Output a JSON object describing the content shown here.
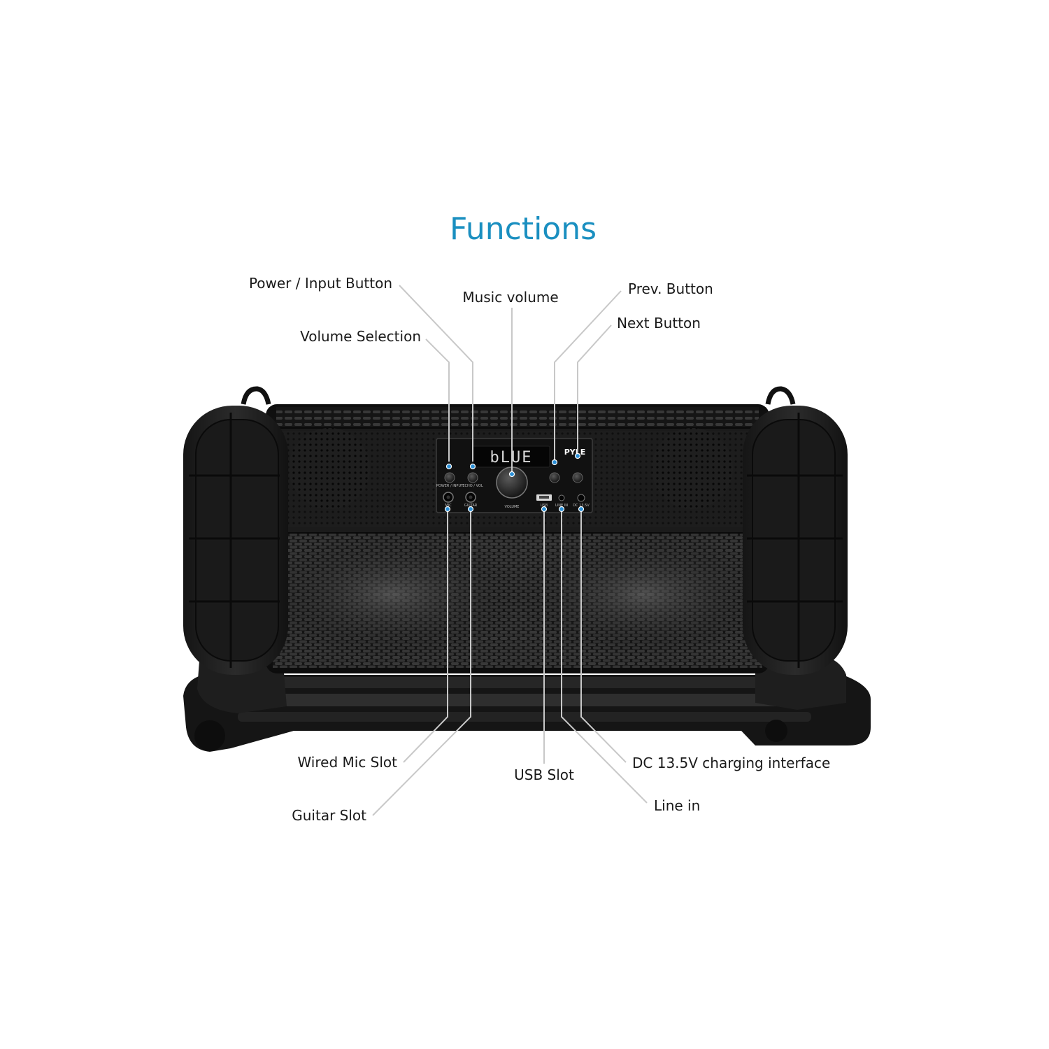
{
  "title": "Functions",
  "labels": {
    "power_input": "Power / Input Button",
    "volume_selection": "Volume Selection",
    "music_volume": "Music volume",
    "prev": "Prev. Button",
    "next": "Next Button",
    "wired_mic": "Wired Mic Slot",
    "guitar": "Guitar Slot",
    "usb": "USB Slot",
    "dc": "DC 13.5V charging interface",
    "line_in": "Line in"
  },
  "panel": {
    "display": "bLUE",
    "brand": "PYLE",
    "power_label": "POWER / INPUT",
    "echo_label": "ECHO / VOL",
    "volume_label": "VOLUME",
    "mic_label": "MIC",
    "guitar_label": "GUITAR",
    "usb_label": "USB",
    "linein_label": "LINE IN",
    "dc_label": "DC 13.5V"
  },
  "colors": {
    "title": "#1a8fc0",
    "callout_dot": "#2b8fd6",
    "leader_line": "#c8c8c8",
    "body": "#1c1c1c"
  }
}
